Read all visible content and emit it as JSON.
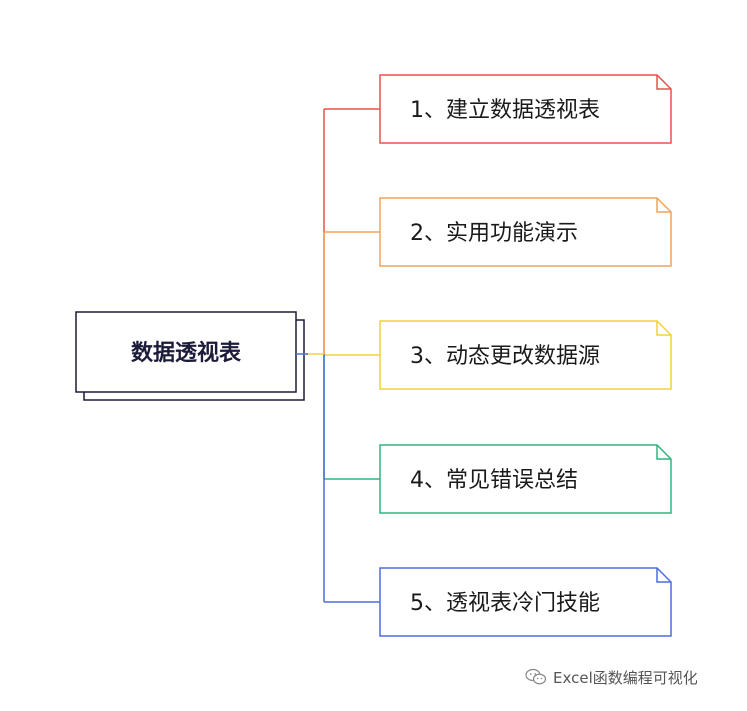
{
  "root": {
    "label": "数据透视表"
  },
  "branches": [
    {
      "label": "1、建立数据透视表",
      "color": "#e8504a"
    },
    {
      "label": "2、实用功能演示",
      "color": "#f2a35c"
    },
    {
      "label": "3、动态更改数据源",
      "color": "#f0d23c"
    },
    {
      "label": "4、常见错误总结",
      "color": "#2fb57e"
    },
    {
      "label": "5、透视表冷门技能",
      "color": "#4a6ed8"
    }
  ],
  "root_colors": {
    "border": "#1b1b3a"
  },
  "watermark": {
    "icon": "wechat-icon",
    "text": "Excel函数编程可视化"
  }
}
